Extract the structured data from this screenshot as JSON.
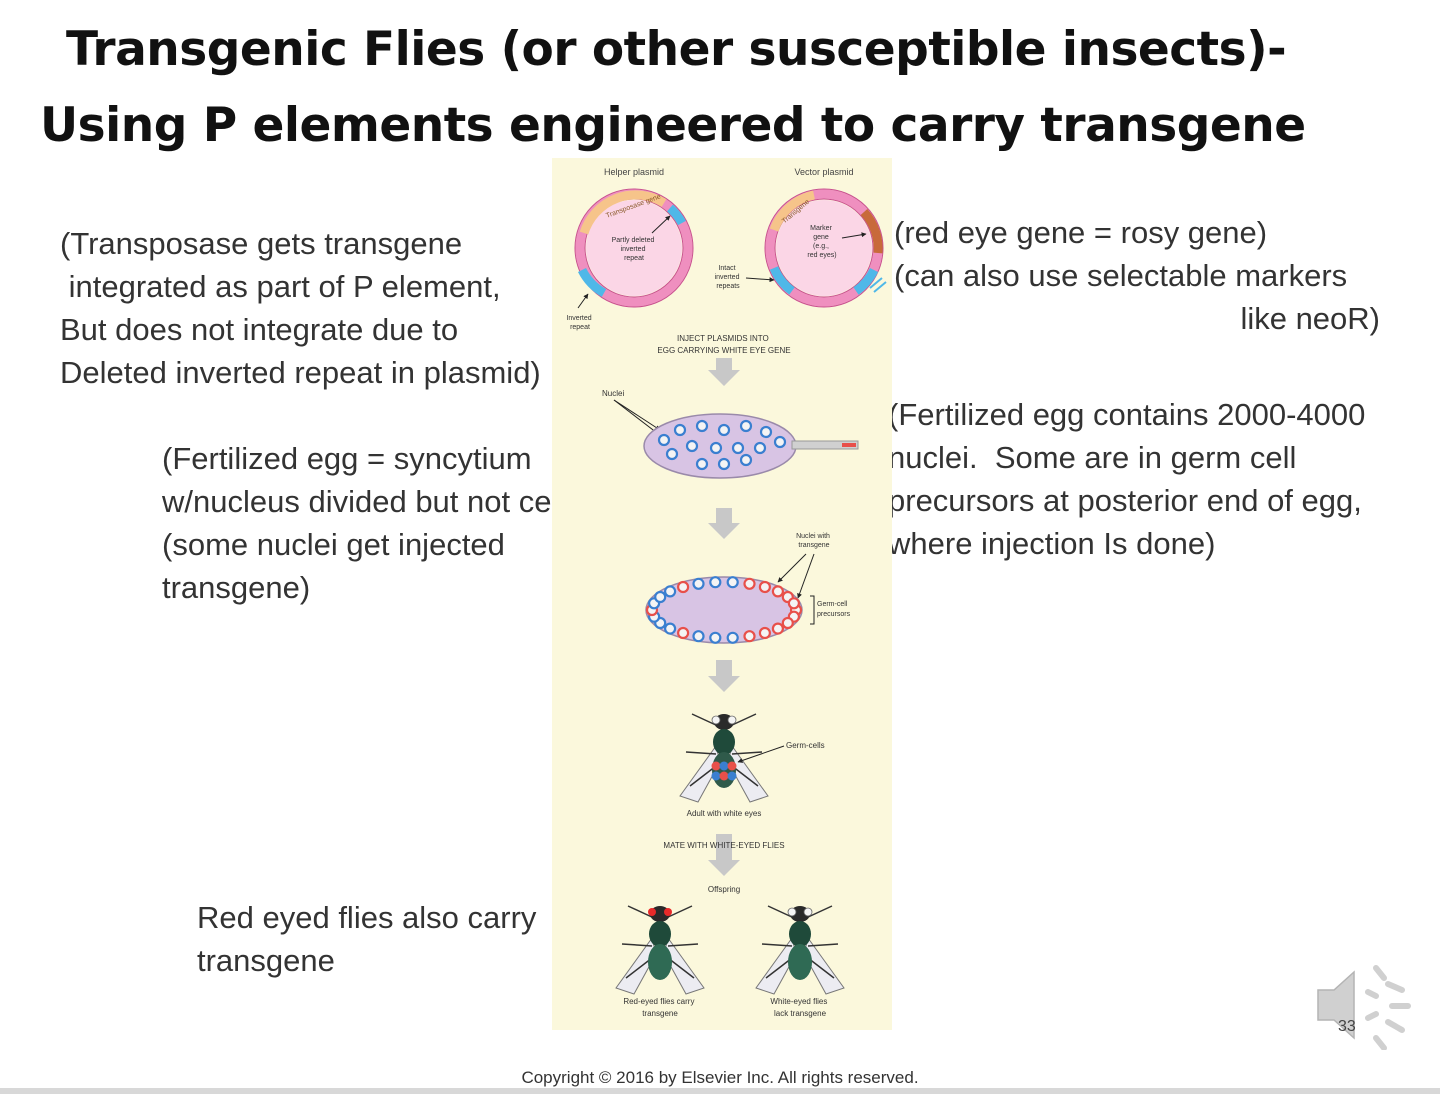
{
  "slide": {
    "title_line1": "Transgenic Flies (or other susceptible insects)-",
    "title_line2": "Using P elements engineered to carry transgene",
    "slide_number": "33",
    "copyright": "Copyright © 2016 by Elsevier Inc. All rights reserved."
  },
  "notes": {
    "transposase": [
      "(Transposase gets transgene",
      " integrated as part of P element,",
      "But does not integrate due to",
      "Deleted inverted repeat in plasmid)"
    ],
    "red_eye": [
      "(red eye gene = rosy gene)",
      "(can also use selectable markers",
      "like neoR)"
    ],
    "syncytium": [
      "(Fertilized egg = syncytium",
      "w/nucleus divided but not cell)",
      "(some nuclei get injected",
      "transgene)"
    ],
    "nuclei_count": [
      "(Fertilized egg contains 2000-4000",
      "nuclei.  Some are in germ cell",
      "precursors at posterior end of egg,",
      "where injection Is done)"
    ],
    "red_eyed": [
      "Red eyed flies also carry",
      "transgene"
    ]
  },
  "figure": {
    "helper_plasmid": "Helper plasmid",
    "vector_plasmid": "Vector plasmid",
    "transposase_gene": "Transposase gene",
    "transgene": "Transgene",
    "partly_deleted": [
      "Partly deleted",
      "inverted",
      "repeat"
    ],
    "marker_gene": [
      "Marker",
      "gene",
      "(e.g.,",
      "red eyes)"
    ],
    "intact_inverted": [
      "Intact",
      "inverted",
      "repeats"
    ],
    "inverted_repeat": [
      "Inverted",
      "repeat"
    ],
    "inject_step": [
      "INJECT PLASMIDS INTO",
      "EGG CARRYING WHITE EYE GENE"
    ],
    "nuclei": "Nuclei",
    "nuclei_with_transgene": [
      "Nuclei with",
      "transgene"
    ],
    "germ_cell_precursors": [
      "Germ-cell",
      "precursors"
    ],
    "germ_cells": "Germ-cells",
    "adult_white_eyes": "Adult with white eyes",
    "mate_step": "MATE WITH WHITE-EYED FLIES",
    "offspring": "Offspring",
    "red_eyed_caption": [
      "Red-eyed flies carry",
      "transgene"
    ],
    "white_eyed_caption": [
      "White-eyed flies",
      "lack transgene"
    ]
  },
  "colors": {
    "figure_bg": "#fbf8dc",
    "plasmid_pink": "#ef8fbf",
    "repeat_blue": "#4fb8e8",
    "nucleus_blue": "#3a7fd0",
    "nucleus_red": "#e8504a",
    "egg_lavender": "#d8c4e4",
    "arrow_gray": "#c8c8c8"
  },
  "icons": {
    "speaker": "speaker-icon",
    "fly": "fly-icon"
  }
}
